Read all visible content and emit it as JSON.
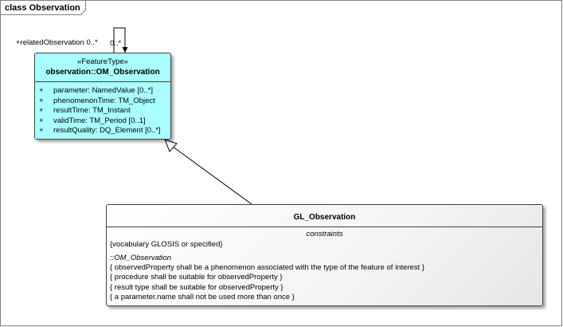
{
  "diagram": {
    "title": "class Observation",
    "association": {
      "source_label": "+relatedObservation 0..*",
      "target_label": "0..*"
    }
  },
  "om_observation": {
    "stereotype": "«FeatureType»",
    "name": "observation::OM_Observation",
    "fill_color": "#a9ffff",
    "attributes": [
      {
        "visibility": "+",
        "text": "parameter: NamedValue [0..*]"
      },
      {
        "visibility": "+",
        "text": "phenomenonTime: TM_Object"
      },
      {
        "visibility": "+",
        "text": "resultTime: TM_Instant"
      },
      {
        "visibility": "+",
        "text": "validTime: TM_Period [0..1]"
      },
      {
        "visibility": "+",
        "text": "resultQuality: DQ_Element [0..*]"
      }
    ]
  },
  "gl_observation": {
    "name": "GL_Observation",
    "compartment_title": "constraints",
    "first_constraint": "{vocabulary GLOSIS or specified}",
    "inherited_from": "::OM_Observation",
    "inherited_constraints": [
      "{ observedProperty shall be a phenomenon associated with the type of the feature of interest }",
      "{ procedure shall be suitable for observedProperty }",
      "{ result type shall be suitable for observedProperty }",
      "{ a parameter.name shall not be used more than once }"
    ]
  }
}
